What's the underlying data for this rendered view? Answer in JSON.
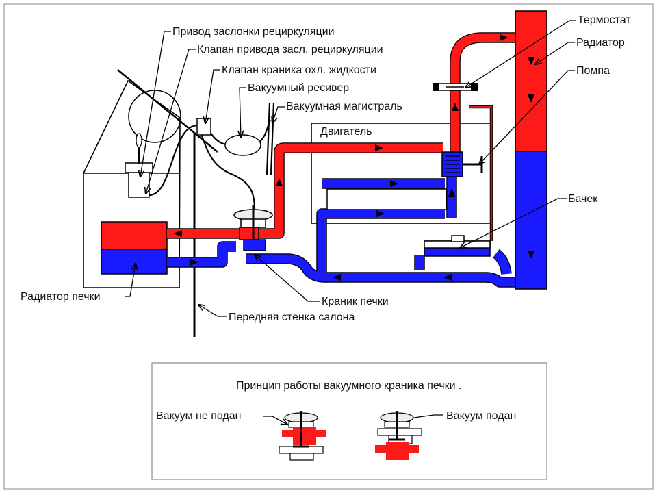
{
  "colors": {
    "hot": "#ff1a1a",
    "cold": "#1a1aff",
    "outline": "#000000",
    "background": "#ffffff",
    "valve_body": "#f2f2f2"
  },
  "labels": {
    "flap_drive": "Привод заслонки рециркуляции",
    "flap_valve": "Клапан привода засл. рециркуляции",
    "coolant_valve": "Клапан краника охл. жидкости",
    "vacuum_receiver": "Вакуумный ресивер",
    "vacuum_line": "Вакуумная магистраль",
    "engine": "Двигатель",
    "thermostat": "Термостат",
    "radiator": "Радиатор",
    "pump": "Помпа",
    "tank": "Бачек",
    "heater_radiator": "Радиатор печки",
    "heater_tap": "Краник печки",
    "firewall": "Передняя стенка салона"
  },
  "principle": {
    "title": "Принцип работы вакуумного краника печки .",
    "no_vacuum": "Вакуум не подан",
    "vacuum_on": "Вакуум подан"
  }
}
